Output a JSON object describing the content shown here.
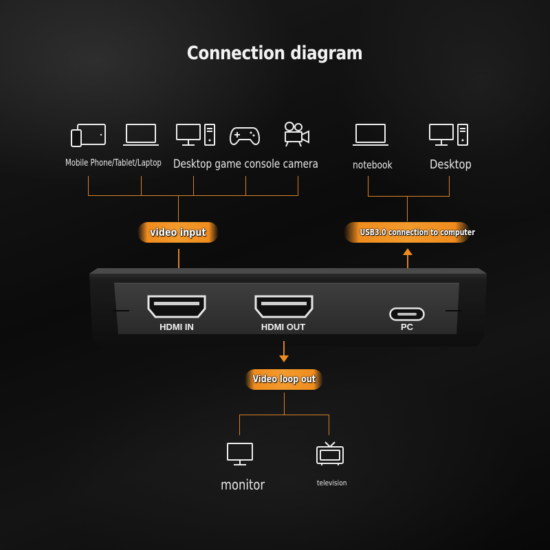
{
  "title": "Connection diagram",
  "sources": {
    "group_label": "Mobile Phone/Tablet/Laptop",
    "group_label_2": "Desktop game console camera",
    "notebook": "notebook",
    "desktop": "Desktop"
  },
  "connections": {
    "video_input": "video input",
    "usb": "USB3.0 connection to computer",
    "loop_out": "Video loop out"
  },
  "ports": {
    "hdmi_in": "HDMI IN",
    "hdmi_out": "HDMI OUT",
    "pc": "PC"
  },
  "outputs": {
    "monitor": "monitor",
    "television": "television"
  },
  "colors": {
    "accent": "#f08c1e",
    "line": "#d9822b",
    "device_body": "#2a2a2a"
  }
}
